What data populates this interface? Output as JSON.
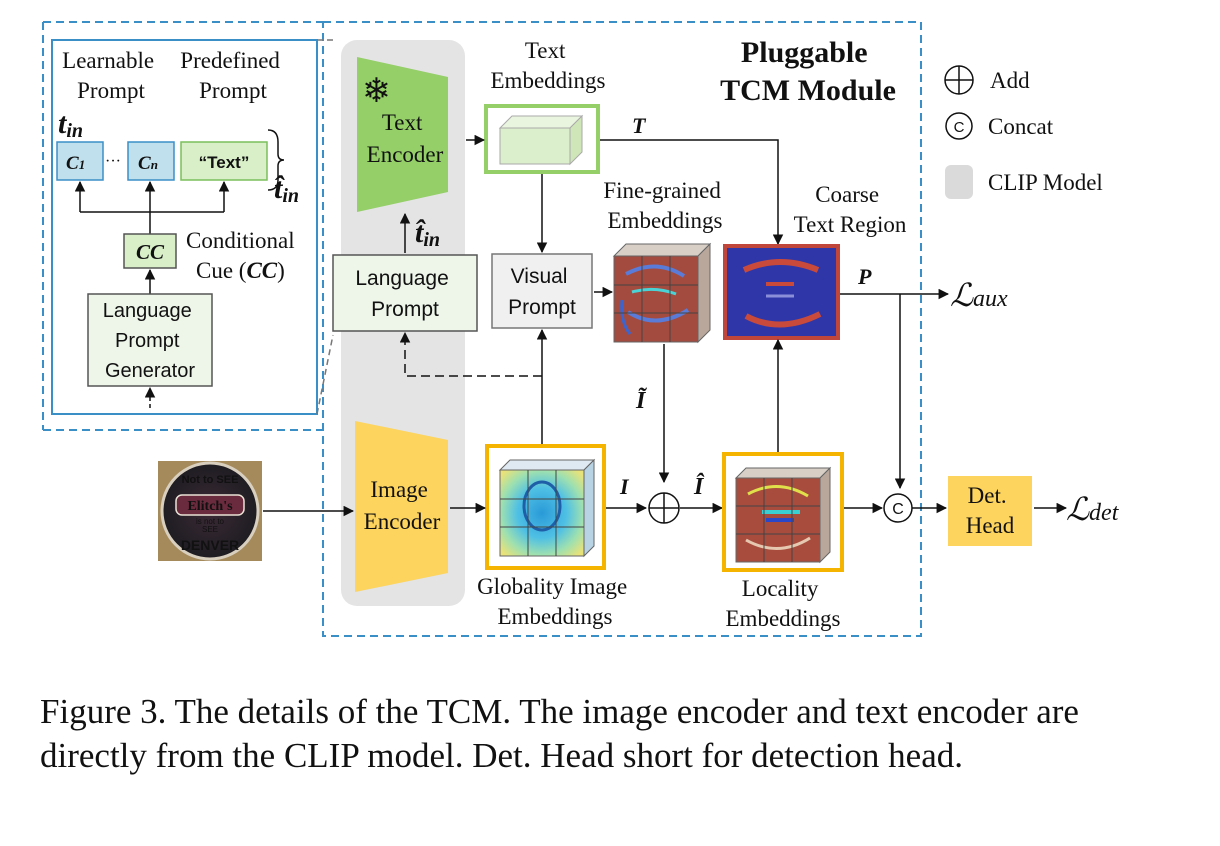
{
  "module_title": [
    "Pluggable",
    "TCM Module"
  ],
  "legend": {
    "add": "Add",
    "concat": "Concat",
    "concat_symbol": "C",
    "clip_model": "CLIP Model"
  },
  "inset": {
    "learnable_prompt": [
      "Learnable",
      "Prompt"
    ],
    "predefined_prompt": [
      "Predefined",
      "Prompt"
    ],
    "t_in": "t",
    "t_in_sub": "in",
    "t_hat_in": "t̂",
    "t_hat_in_sub": "in",
    "c1": "C",
    "c1_sub": "1",
    "ellipsis": "···",
    "cn": "C",
    "cn_sub": "n",
    "text_token": "“Text”",
    "cc_box": "CC",
    "conditional_cue": [
      "Conditional",
      "Cue ("
    ],
    "conditional_cue_cc": "CC",
    "conditional_cue_close": ")",
    "generator": [
      "Language",
      "Prompt",
      "Generator"
    ]
  },
  "text_encoder": [
    "Text",
    "Encoder"
  ],
  "image_encoder": [
    "Image",
    "Encoder"
  ],
  "language_prompt": [
    "Language",
    "Prompt"
  ],
  "t_hat_in": "t̂",
  "t_hat_in_sub": "in",
  "text_embeddings": [
    "Text",
    "Embeddings"
  ],
  "visual_prompt": [
    "Visual",
    "Prompt"
  ],
  "fine_grained": [
    "Fine-grained",
    "Embeddings"
  ],
  "coarse_text_region": [
    "Coarse",
    "Text Region"
  ],
  "globality": [
    "Globality Image",
    "Embeddings"
  ],
  "locality": [
    "Locality",
    "Embeddings"
  ],
  "det_head": [
    "Det.",
    "Head"
  ],
  "labels": {
    "T": "T",
    "P": "P",
    "I": "I",
    "I_tilde": "Ĩ",
    "I_hat": "Î",
    "L_aux": "ℒ",
    "L_aux_sub": "aux",
    "L_det": "ℒ",
    "L_det_sub": "det"
  },
  "input_image": {
    "line1": "Not to SEE",
    "line2": "Elitch's",
    "line3": "is not to",
    "line4": "SEE",
    "line5": "DENVER"
  },
  "caption": "Figure 3.  The details of the TCM. The image encoder and text encoder are directly from the CLIP model. Det.  Head short for detection head."
}
